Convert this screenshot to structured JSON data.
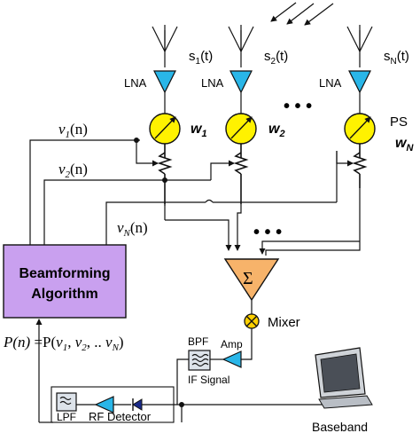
{
  "signals": {
    "s1": "s",
    "s1_sub": "1",
    "s2": "s",
    "s2_sub": "2",
    "sN": "s",
    "sN_sub": "N",
    "arg": "(t)"
  },
  "lna": {
    "label": "LNA"
  },
  "weights": {
    "w": "w",
    "w1_sub": "1",
    "w2_sub": "2",
    "wN_sub": "N"
  },
  "ps_label": "PS",
  "outputs": {
    "v": "v",
    "v1_sub": "1",
    "v2_sub": "2",
    "vN_sub": "N",
    "arg": "(n)"
  },
  "dots": "•  •  •",
  "beamforming": {
    "line1": "Beamforming",
    "line2": "Algorithm"
  },
  "sum_symbol": "Σ",
  "mixer": "Mixer",
  "power_eq": {
    "lhs": "P(n)",
    "mid": " =P(",
    "v1": "v",
    "v1_sub": "1",
    "sep1": ", ",
    "v2": "v",
    "v2_sub": "2",
    "sep2": ", .. ",
    "vN": "v",
    "vN_sub": "N",
    "close": ")"
  },
  "bpf": "BPF",
  "amp": "Amp",
  "if_signal": "IF Signal",
  "lpf": "LPF",
  "rf_detector": "RF Detector",
  "baseband": "Baseband",
  "colors": {
    "lna_fill": "#29b6e8",
    "ps_fill": "#fff200",
    "bf_fill": "#c9a0ef",
    "sum_fill": "#f7b36a",
    "mixer_fill": "#ffd000",
    "filter_fill": "#dde3ea"
  }
}
